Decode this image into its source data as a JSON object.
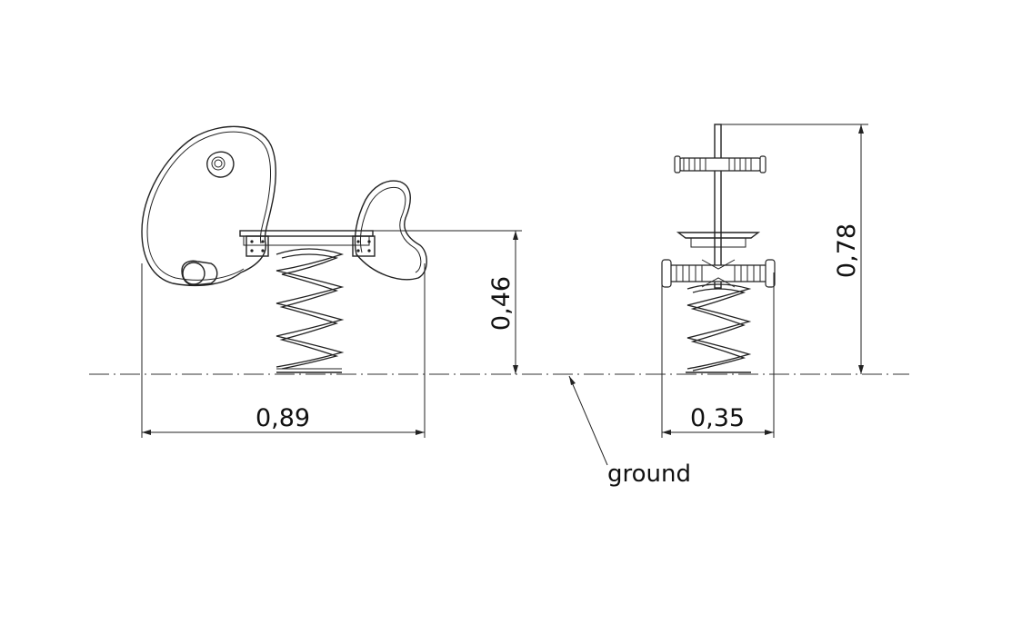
{
  "dimensions": {
    "side_width": "0,89",
    "seat_height": "0,46",
    "front_width": "0,35",
    "total_height": "0,78"
  },
  "ground_label": "ground",
  "colors": {
    "line": "#222222",
    "background": "#ffffff"
  }
}
